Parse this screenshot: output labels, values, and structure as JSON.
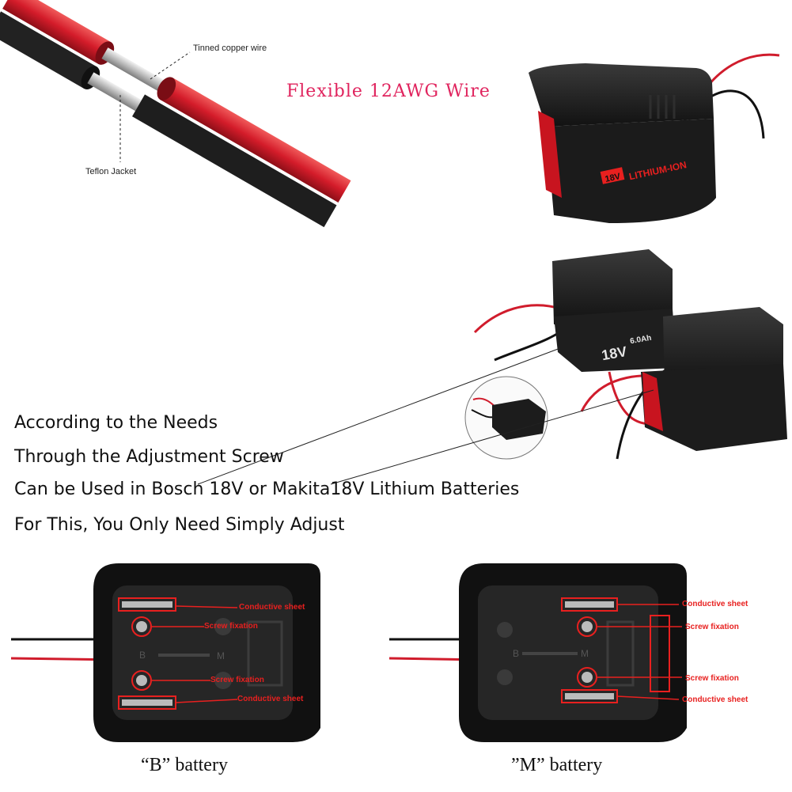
{
  "wire_section": {
    "title": "Flexible 12AWG Wire",
    "label_tinned": "Tinned copper wire",
    "label_jacket": "Teflon Jacket"
  },
  "product_top": {
    "badge": "18V",
    "brand_text": "LITHIUM-ION"
  },
  "product_pair": {
    "badge_left": "18V",
    "badge_left_sub": "6.0Ah"
  },
  "description": {
    "line1": "According to the Needs",
    "line2": "Through the Adjustment Screw",
    "line3": "Can be Used in Bosch 18V or Makita18V Lithium Batteries",
    "line4": "For This, You Only Need Simply Adjust"
  },
  "adapter_b": {
    "caption": "“B” battery",
    "labels": [
      "Conductive sheet",
      "Screw fixation",
      "Screw fixation",
      "Conductive sheet"
    ],
    "marks": [
      "B",
      "M"
    ]
  },
  "adapter_m": {
    "caption": "”M” battery",
    "labels": [
      "Conductive sheet",
      "Screw fixation",
      "Screw fixation",
      "Conductive sheet"
    ],
    "marks": [
      "B",
      "M"
    ]
  },
  "colors": {
    "accent_red": "#e8201f",
    "wire_red": "#d01c2c",
    "title_pink": "#e0245e"
  }
}
